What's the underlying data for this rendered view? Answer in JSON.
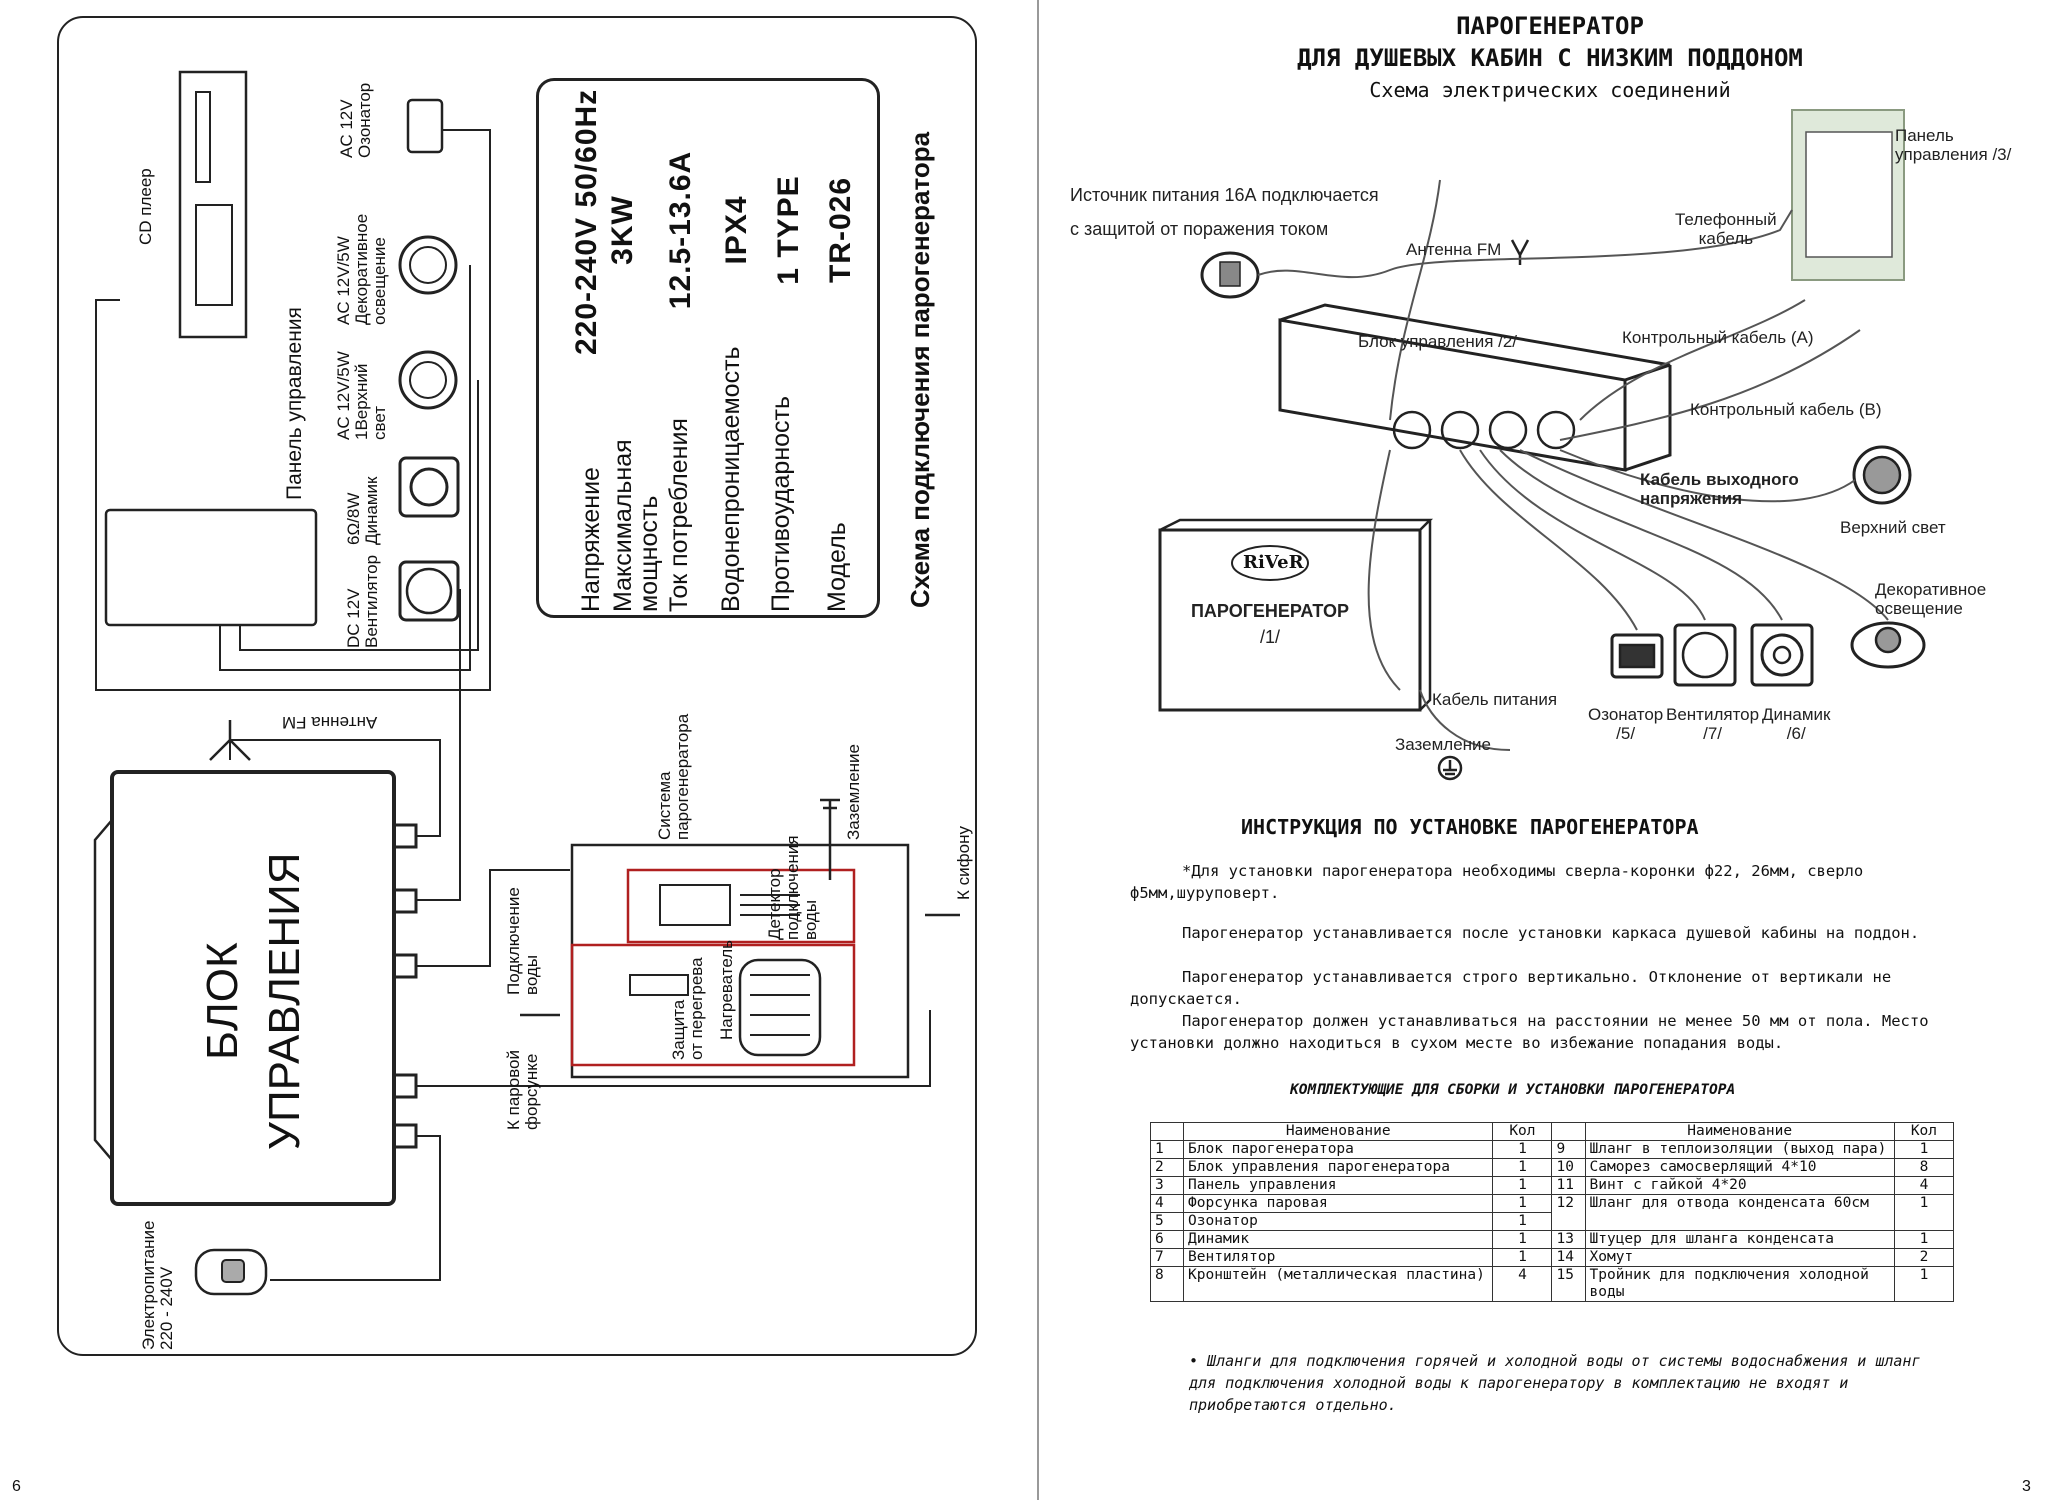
{
  "left": {
    "page_number": "6",
    "spec": {
      "rows": [
        {
          "label": "Напряжение",
          "value": "220-240V  50/60Hz"
        },
        {
          "label": "Максимальная мощность",
          "value": "3KW"
        },
        {
          "label": "Ток потребления",
          "value": "12.5-13.6A"
        },
        {
          "label": "Водонепроницаемость",
          "value": "IPX4"
        },
        {
          "label": "Противоударность",
          "value": "1 TYPE"
        },
        {
          "label": "Модель",
          "value": "TR-026"
        }
      ]
    },
    "diagram_title": "Схема подключения парогенератора",
    "control_block": [
      "БЛОК",
      "УПРАВЛЕНИЯ"
    ],
    "labels": {
      "cd_player": "CD плеер",
      "control_panel": "Панель управления",
      "ozonator": [
        "AC 12V",
        "Озонатор"
      ],
      "decor_light": [
        "AC 12V/5W",
        "Декоративное",
        "освещение"
      ],
      "top_light": [
        "AC 12V/5W",
        "1Верхний",
        "свет"
      ],
      "speaker": [
        "6Ω/8W",
        "Динамик"
      ],
      "fan": [
        "DC 12V",
        "Вентилятор"
      ],
      "antenna": "Антенна FM",
      "steam_system": [
        "Система",
        "парогенератора"
      ],
      "grounding": "Заземление",
      "level_detector": [
        "Детектор",
        "подключения",
        "воды"
      ],
      "water_in": [
        "Подключение",
        "воды"
      ],
      "overheat": [
        "Защита",
        "от перегрева"
      ],
      "heater": "Нагреватель",
      "to_nozzle": [
        "К паровой",
        "форсунке"
      ],
      "to_siphon": "К сифону",
      "power": [
        "Электропитание",
        "220 - 240V"
      ]
    }
  },
  "right": {
    "page_number": "3",
    "title": [
      "ПАРОГЕНЕРАТОР",
      "ДЛЯ ДУШЕВЫХ КАБИН С НИЗКИМ ПОДДОНОМ"
    ],
    "subtitle": "Схема электрических соединений",
    "diagram": {
      "power_source": [
        "Источник питания 16А подключается",
        "с защитой от поражения током"
      ],
      "antenna": "Антенна FM",
      "phone_cable": [
        "Телефонный",
        "кабель"
      ],
      "panel": [
        "Панель",
        "управления /3/"
      ],
      "control_block": "Блок управления /2/",
      "control_cable_a": "Контрольный кабель (А)",
      "control_cable_b": "Контрольный кабель (В)",
      "output_cable": [
        "Кабель выходного",
        "напряжения"
      ],
      "top_light": "Верхний свет",
      "decor_light": [
        "Декоративное",
        "освещение"
      ],
      "brand": "RiVeR",
      "generator": [
        "ПАРОГЕНЕРАТОР",
        "/1/"
      ],
      "power_cable": "Кабель питания",
      "grounding": "Заземление",
      "ozonator": [
        "Озонатор",
        "/5/"
      ],
      "fan": [
        "Вентилятор",
        "/7/"
      ],
      "speaker": [
        "Динамик",
        "/6/"
      ]
    },
    "install_title": "ИНСТРУКЦИЯ ПО УСТАНОВКЕ ПАРОГЕНЕРАТОРА",
    "install_paragraphs": [
      "*Для установки парогенератора необходимы сверла-коронки ф22, 26мм, сверло ф5мм,шуруповерт.",
      "Парогенератор устанавливается после установки каркаса душевой кабины на поддон.",
      "Парогенератор устанавливается строго вертикально. Отклонение от вертикали не допускается.",
      "Парогенератор должен устанавливаться на расстоянии не менее 50 мм от пола. Место установки должно находиться в сухом месте во избежание попадания воды."
    ],
    "components_title": "КОМПЛЕКТУЮЩИЕ ДЛЯ СБОРКИ И УСТАНОВКИ ПАРОГЕНЕРАТОРА",
    "table": {
      "headers": [
        "Наименование",
        "Кол",
        "Наименование",
        "Кол"
      ],
      "left_rows": [
        {
          "n": "1",
          "name": "Блок парогенератора",
          "qty": "1"
        },
        {
          "n": "2",
          "name": "Блок управления парогенератора",
          "qty": "1"
        },
        {
          "n": "3",
          "name": "Панель управления",
          "qty": "1"
        },
        {
          "n": "4",
          "name": "Форсунка паровая",
          "qty": "1"
        },
        {
          "n": "5",
          "name": "Озонатор",
          "qty": "1"
        },
        {
          "n": "6",
          "name": "Динамик",
          "qty": "1"
        },
        {
          "n": "7",
          "name": "Вентилятор",
          "qty": "1"
        },
        {
          "n": "8",
          "name": "Кронштейн (металлическая пластина)",
          "qty": "4"
        }
      ],
      "right_rows": [
        {
          "n": "9",
          "name": "Шланг в теплоизоляции (выход пара)",
          "qty": "1"
        },
        {
          "n": "10",
          "name": "Саморез самосверлящий 4*10",
          "qty": "8"
        },
        {
          "n": "11",
          "name": "Винт с гайкой 4*20",
          "qty": "4"
        },
        {
          "n": "12",
          "name": "Шланг для отвода конденсата 60см",
          "qty": "1"
        },
        {
          "n": "13",
          "name": "Штуцер для шланга конденсата",
          "qty": "1"
        },
        {
          "n": "14",
          "name": "Хомут",
          "qty": "2"
        },
        {
          "n": "15",
          "name": "Тройник для подключения холодной воды",
          "qty": "1"
        }
      ]
    },
    "footnote": "•  Шланги для подключения горячей и холодной воды от системы водоснабжения и шланг для подключения холодной воды к парогенератору в комплектацию не входят и приобретаются отдельно."
  }
}
